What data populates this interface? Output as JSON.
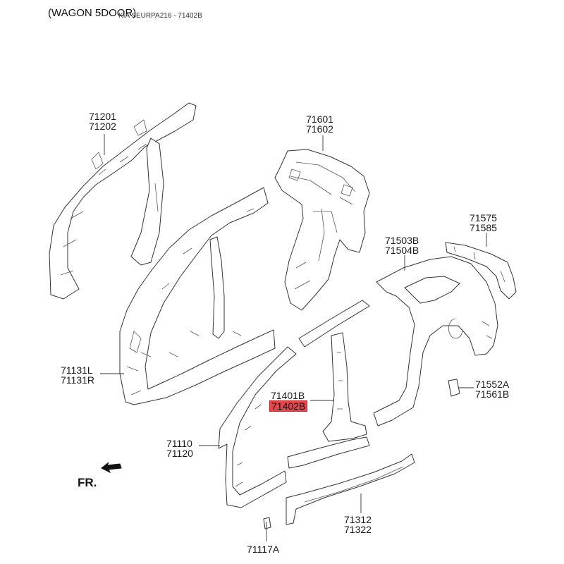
{
  "header": {
    "title": "(WAGON 5DOOR)",
    "code": "KIA SEURPA216 - 71402B"
  },
  "callouts": {
    "c71201": {
      "line1": "71201",
      "line2": "71202"
    },
    "c71601": {
      "line1": "71601",
      "line2": "71602"
    },
    "c71575": {
      "line1": "71575",
      "line2": "71585"
    },
    "c71503": {
      "line1": "71503B",
      "line2": "71504B"
    },
    "c71131": {
      "line1": "71131L",
      "line2": "71131R"
    },
    "c71401": {
      "line1": "71401B",
      "line2": "71402B"
    },
    "c71552": {
      "line1": "71552A",
      "line2": "71561B"
    },
    "c71110": {
      "line1": "71110",
      "line2": "71120"
    },
    "c71312": {
      "line1": "71312",
      "line2": "71322"
    },
    "c71117": {
      "line1": "71117A"
    }
  },
  "front_label": "FR.",
  "highlight_color": "#e8444c"
}
